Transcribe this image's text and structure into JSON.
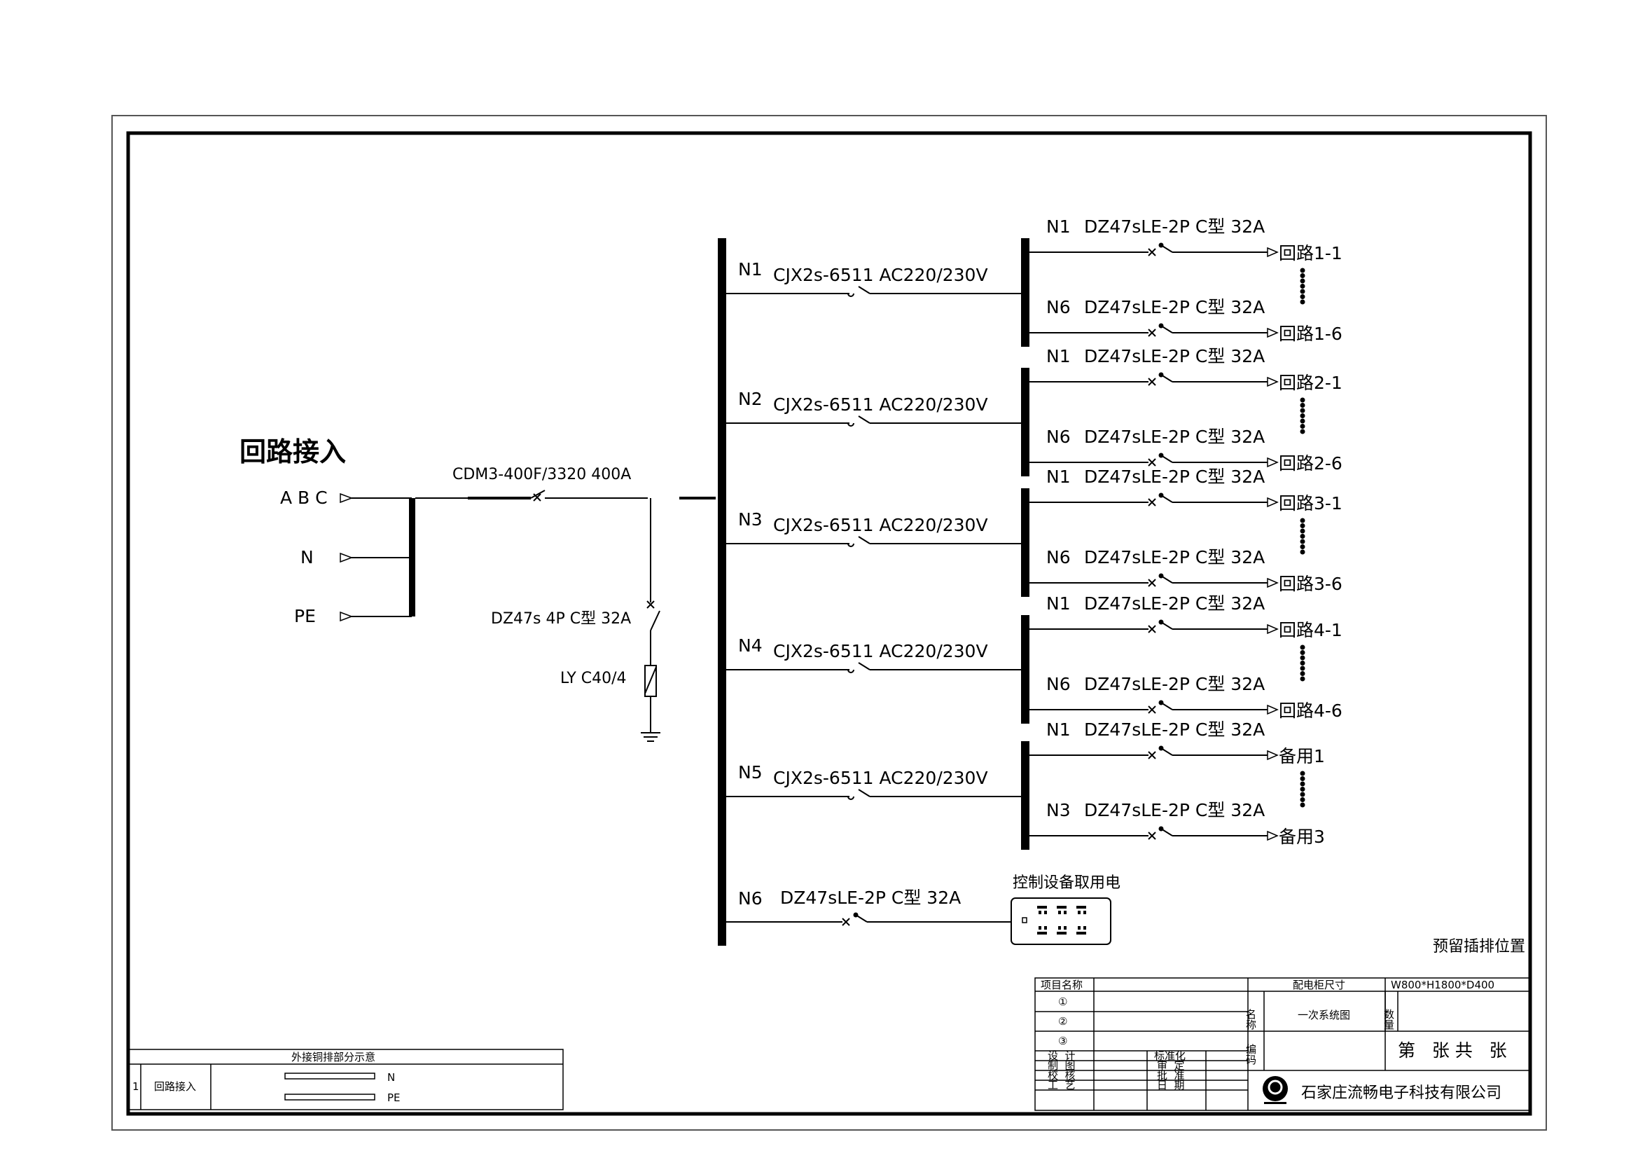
{
  "title_main": "回路接入",
  "inputs": [
    "A B C",
    "N",
    "PE"
  ],
  "main_breaker": "CDM3-400F/3320 400A",
  "spd_breaker": "DZ47s 4P C型 32A",
  "spd": "LY C40/4",
  "contactor_rows": [
    {
      "id": "N1",
      "model": "CJX2s-6511 AC220/230V"
    },
    {
      "id": "N2",
      "model": "CJX2s-6511 AC220/230V"
    },
    {
      "id": "N3",
      "model": "CJX2s-6511 AC220/230V"
    },
    {
      "id": "N4",
      "model": "CJX2s-6511 AC220/230V"
    },
    {
      "id": "N5",
      "model": "CJX2s-6511 AC220/230V"
    }
  ],
  "branches": [
    {
      "top_id": "N1",
      "top_breaker": "DZ47sLE-2P C型 32A",
      "top_out": "回路1-1",
      "bot_id": "N6",
      "bot_breaker": "DZ47sLE-2P C型 32A",
      "bot_out": "回路1-6"
    },
    {
      "top_id": "N1",
      "top_breaker": "DZ47sLE-2P C型 32A",
      "top_out": "回路2-1",
      "bot_id": "N6",
      "bot_breaker": "DZ47sLE-2P C型 32A",
      "bot_out": "回路2-6"
    },
    {
      "top_id": "N1",
      "top_breaker": "DZ47sLE-2P C型 32A",
      "top_out": "回路3-1",
      "bot_id": "N6",
      "bot_breaker": "DZ47sLE-2P C型 32A",
      "bot_out": "回路3-6"
    },
    {
      "top_id": "N1",
      "top_breaker": "DZ47sLE-2P C型 32A",
      "top_out": "回路4-1",
      "bot_id": "N6",
      "bot_breaker": "DZ47sLE-2P C型 32A",
      "bot_out": "回路4-6"
    },
    {
      "top_id": "N1",
      "top_breaker": "DZ47sLE-2P C型 32A",
      "top_out": "备用1",
      "bot_id": "N3",
      "bot_breaker": "DZ47sLE-2P C型 32A",
      "bot_out": "备用3"
    }
  ],
  "control_row": {
    "id": "N6",
    "breaker": "DZ47sLE-2P C型 32A",
    "label": "控制设备取用电"
  },
  "reserve_note": "预留插排位置",
  "copper_table": {
    "title": "外接铜排部分示意",
    "row_no": "1",
    "row_label": "回路接入",
    "bar_n": "N",
    "bar_pe": "PE"
  },
  "title_block": {
    "project_name": "项目名称",
    "size_label": "配电柜尺寸",
    "size_value": "W800*H1800*D400",
    "circles": [
      "①",
      "②",
      "③"
    ],
    "name_label": "名称",
    "name_value": "一次系统图",
    "qty_label": "数量",
    "code_label": "编码",
    "sheet_text": "第   张 共   张",
    "roles_left": [
      "设  计",
      "制  图",
      "校  核",
      "工  艺"
    ],
    "roles_right": [
      "标准化",
      "审  定",
      "批  准",
      "日  期"
    ],
    "company": "石家庄流畅电子科技有限公司"
  }
}
